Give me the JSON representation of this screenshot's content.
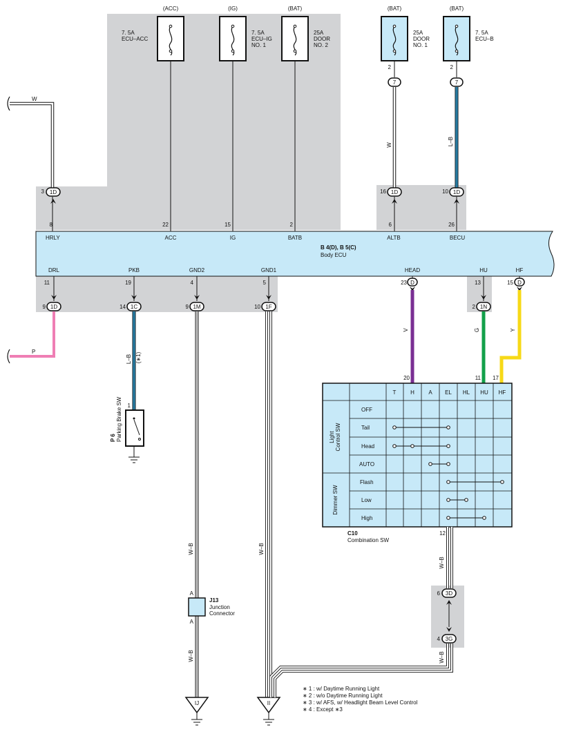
{
  "fuses": [
    {
      "id": "acc",
      "source": "(ACC)",
      "line1": "7. 5A",
      "line2": "ECU–ACC",
      "line3": ""
    },
    {
      "id": "ig",
      "source": "(IG)",
      "line1": "7. 5A",
      "line2": "ECU–IG",
      "line3": "NO. 1"
    },
    {
      "id": "door2",
      "source": "(BAT)",
      "line1": "25A",
      "line2": "DOOR",
      "line3": "NO. 2"
    },
    {
      "id": "door1",
      "source": "(BAT)",
      "line1": "25A",
      "line2": "DOOR",
      "line3": "NO. 1"
    },
    {
      "id": "ecub",
      "source": "(BAT)",
      "line1": "7. 5A",
      "line2": "ECU–B",
      "line3": ""
    }
  ],
  "ecu": {
    "title": "B 4(D), B 5(C)",
    "subtitle": "Body ECU",
    "top_pins": [
      {
        "name": "HRLY",
        "num": "8"
      },
      {
        "name": "ACC",
        "num": "22"
      },
      {
        "name": "IG",
        "num": "15"
      },
      {
        "name": "BATB",
        "num": "2"
      },
      {
        "name": "ALTB",
        "num": "6"
      },
      {
        "name": "BECU",
        "num": "26"
      }
    ],
    "bottom_pins": [
      {
        "name": "DRL",
        "num": "11"
      },
      {
        "name": "PKB",
        "num": "19"
      },
      {
        "name": "GND2",
        "num": "4"
      },
      {
        "name": "GND1",
        "num": "5"
      },
      {
        "name": "HEAD",
        "num": "23"
      },
      {
        "name": "HU",
        "num": "13"
      },
      {
        "name": "HF",
        "num": "15"
      }
    ]
  },
  "connectors": {
    "c_hrly": {
      "label": "1D",
      "pin": "3"
    },
    "c_altb": {
      "label": "1D",
      "pin": "16"
    },
    "c_becu": {
      "label": "1D",
      "pin": "10"
    },
    "c_door1": {
      "label": "7",
      "pin": "2"
    },
    "c_ecub": {
      "label": "7",
      "pin": "2"
    },
    "c_drl": {
      "label": "1D",
      "pin": "9"
    },
    "c_pkb": {
      "label": "1C",
      "pin": "14"
    },
    "c_gnd2": {
      "label": "1M",
      "pin": "9"
    },
    "c_gnd1": {
      "label": "1F",
      "pin": "10"
    },
    "c_head": {
      "label": "D"
    },
    "c_hu": {
      "label": "1N",
      "pin": "2"
    },
    "c_hf": {
      "label": "D"
    },
    "c_3d": {
      "label": "3D",
      "pin": "6"
    },
    "c_3g": {
      "label": "3G",
      "pin": "4"
    }
  },
  "wires": {
    "w_top": "W",
    "w_door1": "W",
    "w_ecub": "L–B",
    "w_drl": "P",
    "w_pkb": "L–B",
    "w_pkb_note": "(∗1)",
    "w_head": "V",
    "w_hu": "G",
    "w_hf": "Y",
    "w_gnd2a": "W–B",
    "w_gnd2b": "W–B",
    "w_gnd1": "W–B",
    "w_sw_a": "W–B",
    "w_sw_b": "W–B"
  },
  "parking_brake": {
    "code": "P 6",
    "name": "Parking Brake SW",
    "pin": "1"
  },
  "junction": {
    "code": "J13",
    "line1": "Junction",
    "line2": "Connector",
    "pin_top": "A",
    "pin_bottom": "A"
  },
  "grounds": {
    "left": "IJ",
    "right": "II"
  },
  "combination_sw": {
    "code": "C10",
    "name": "Combination SW",
    "columns": [
      "T",
      "H",
      "A",
      "EL",
      "HL",
      "HU",
      "HF"
    ],
    "pin_h": "20",
    "pin_hu": "11",
    "pin_hf": "17",
    "pin_el": "12",
    "group1_line1": "Light",
    "group1_line2": "Control SW",
    "group2": "Dimmer SW",
    "rows": [
      "OFF",
      "Tail",
      "Head",
      "AUTO",
      "Flash",
      "Low",
      "High"
    ]
  },
  "notes": [
    "∗ 1 : w/ Daytime Running Light",
    "∗ 2 : w/o Daytime Running Light",
    "∗ 3 : w/ AFS,  w/ Headlight Beam Level Control",
    "∗ 4 : Except ∗3"
  ],
  "colors": {
    "shade": "#d2d3d5",
    "ecu": "#c7e9f8",
    "pink": "#ef7eb4",
    "purple": "#7a2f93",
    "green": "#12a04a",
    "yellow": "#f7d917",
    "blue": "#31a8df"
  }
}
